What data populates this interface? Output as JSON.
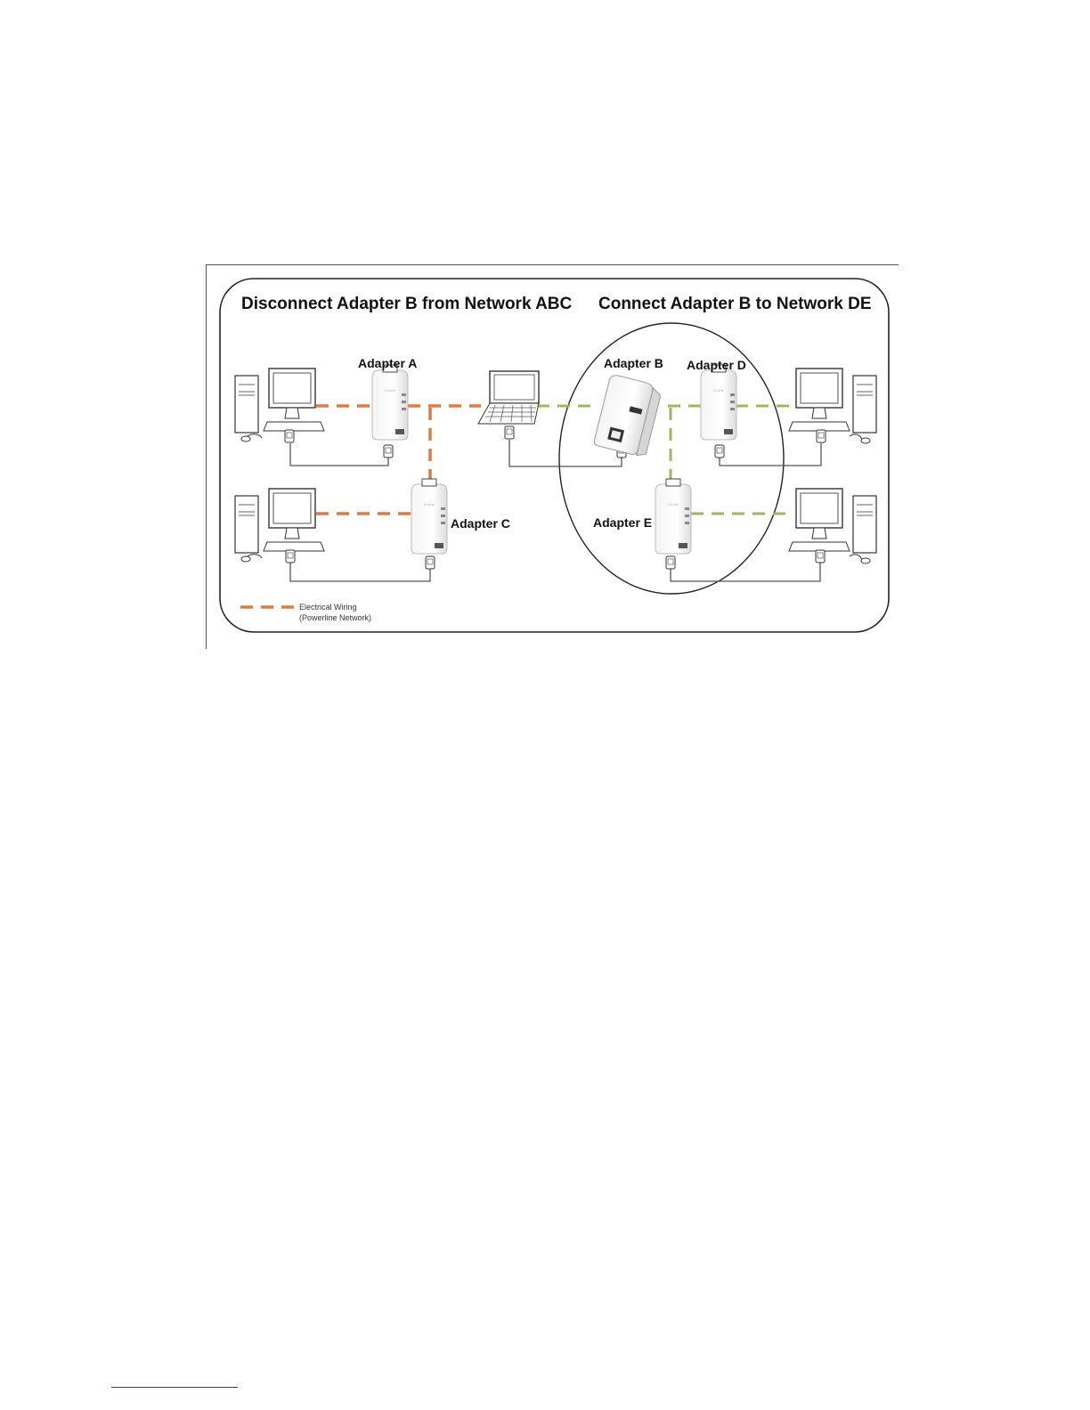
{
  "diagram": {
    "title_left": "Disconnect Adapter B from Network ABC",
    "title_right": "Connect Adapter B to Network DE",
    "labels": {
      "adapter_a": "Adapter A",
      "adapter_b": "Adapter B",
      "adapter_c": "Adapter C",
      "adapter_d": "Adapter D",
      "adapter_e": "Adapter E"
    },
    "legend": {
      "line1": "Electrical Wiring",
      "line2": "(Powerline Network)"
    },
    "colors": {
      "network_abc": "#e07a3f",
      "network_de": "#9bb85a",
      "ethernet": "#555555"
    }
  }
}
